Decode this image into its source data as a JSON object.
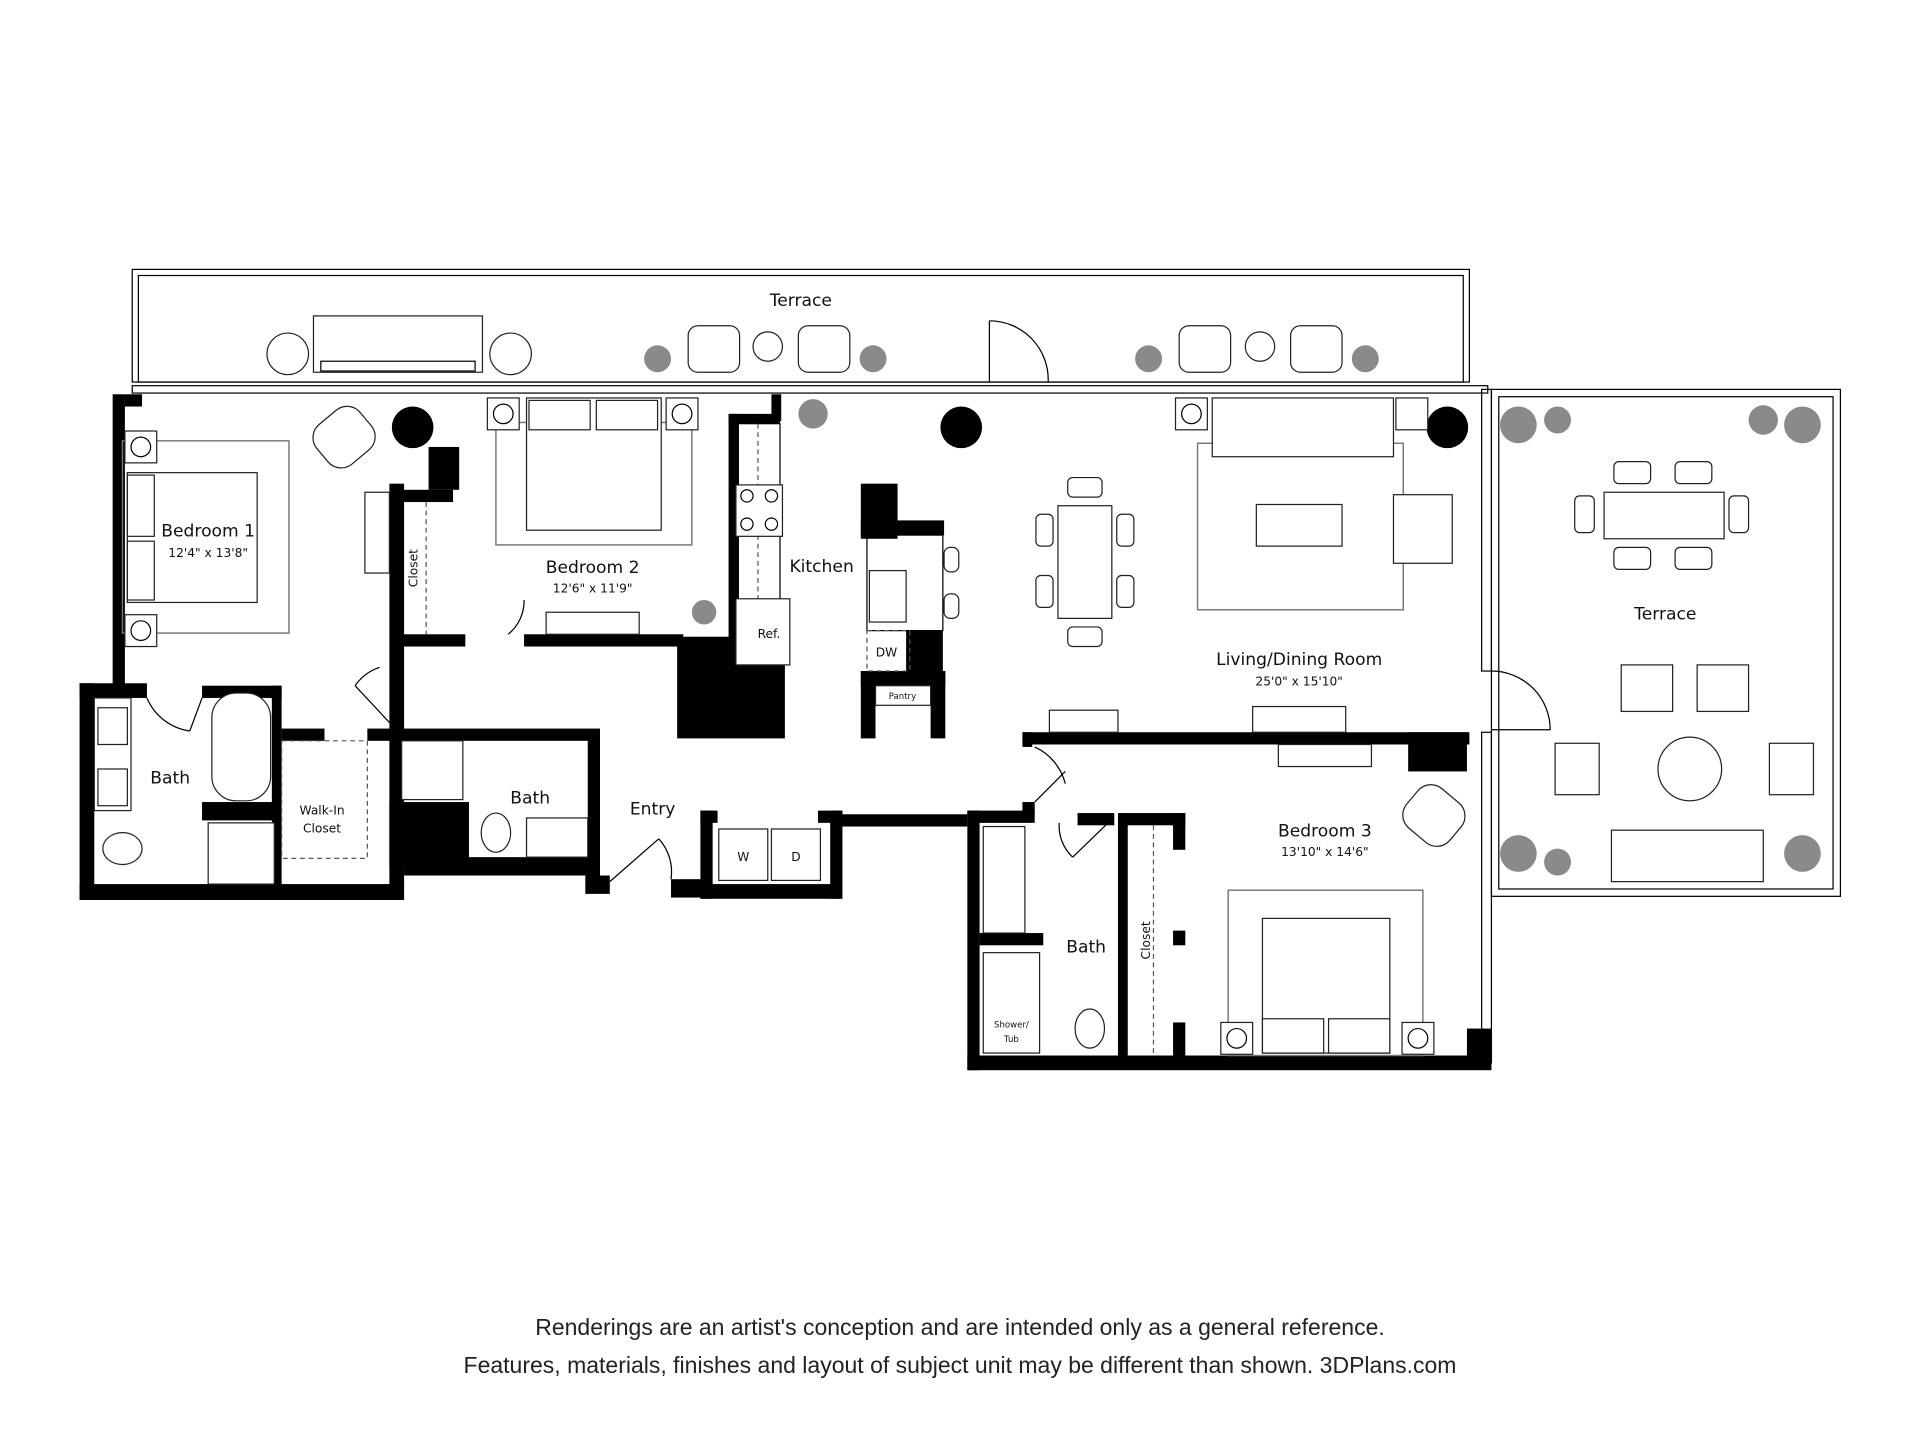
{
  "rooms": {
    "terrace_top": "Terrace",
    "terrace_right": "Terrace",
    "bedroom1": {
      "name": "Bedroom 1",
      "dims": "12'4\" x 13'8\""
    },
    "bedroom2": {
      "name": "Bedroom 2",
      "dims": "12'6\" x 11'9\""
    },
    "bedroom3": {
      "name": "Bedroom 3",
      "dims": "13'10\" x 14'6\""
    },
    "living": {
      "name": "Living/Dining Room",
      "dims": "25'0\" x 15'10\""
    },
    "kitchen": "Kitchen",
    "entry": "Entry",
    "bath1": "Bath",
    "bath2": "Bath",
    "bath3": "Bath",
    "walkin_line1": "Walk-In",
    "walkin_line2": "Closet",
    "closet_bed2": "Closet",
    "closet_bed3": "Closet"
  },
  "fixtures": {
    "refrigerator": "Ref.",
    "dishwasher": "DW",
    "pantry": "Pantry",
    "washer": "W",
    "dryer": "D",
    "shower_tub_line1": "Shower/",
    "shower_tub_line2": "Tub"
  },
  "footer": {
    "line1": "Renderings are an artist's conception and are intended only as a general reference.",
    "line2": "Features, materials, finishes and layout of subject unit may be different than shown. 3DPlans.com"
  }
}
